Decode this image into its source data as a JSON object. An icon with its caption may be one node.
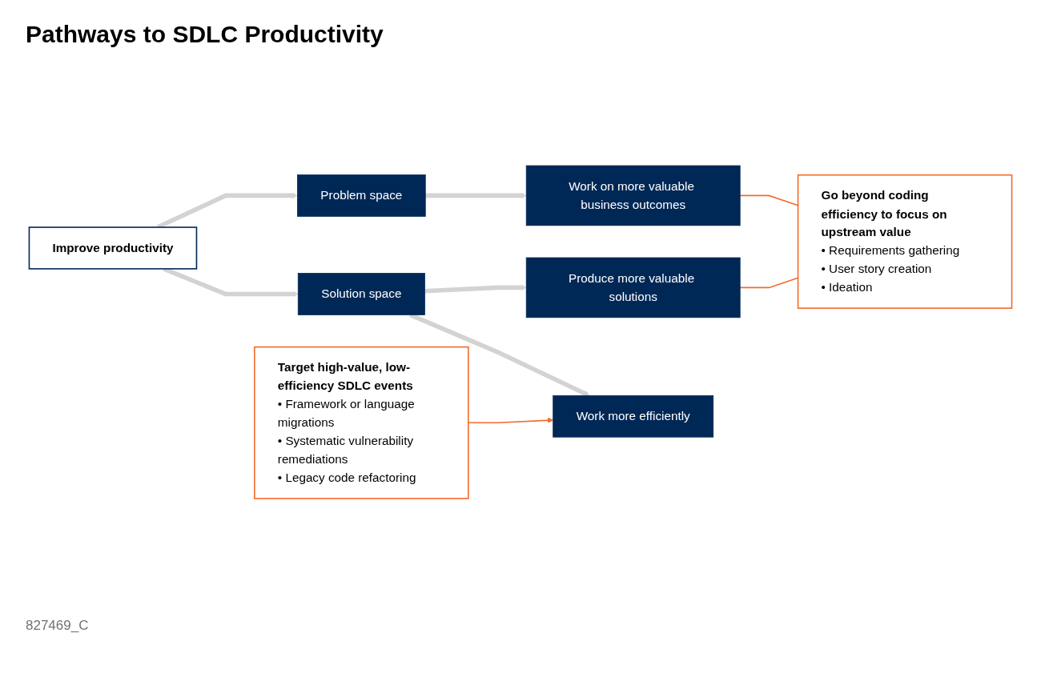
{
  "diagram": {
    "title": "Pathways to SDLC Productivity",
    "nodes": [
      {
        "text": [
          "Improve productivity"
        ]
      },
      {
        "text": [
          "Solution space"
        ]
      },
      {
        "text": [
          "Problem space"
        ]
      },
      {
        "text": [
          "Work more efficiently"
        ]
      },
      {
        "text": [
          "Produce more valuable solutions"
        ]
      },
      {
        "text": [
          "Work on more valuable business outcomes"
        ]
      },
      {
        "text": [
          "Target high-value, low-efficiency SDLC events",
          "• Framework or language migrations",
          "• Systematic vulnerability remediations",
          "• Legacy code refactoring"
        ]
      },
      {
        "text": [
          "Go beyond coding efficiency to focus on upstream value",
          "• Requirements gathering",
          "• User story creation",
          "• Ideation"
        ]
      }
    ],
    "edges": [
      {
        "from": 0,
        "to": 1,
        "arrow": "to"
      },
      {
        "from": 0,
        "to": 2,
        "arrow": "to"
      },
      {
        "from": 1,
        "to": 3,
        "arrow": "to"
      },
      {
        "from": 1,
        "to": 4,
        "arrow": "to"
      },
      {
        "from": 2,
        "to": 5,
        "arrow": "to"
      },
      {
        "from": 6,
        "to": 3,
        "arrow": "to",
        "color": "#f26b2c"
      },
      {
        "from": 4,
        "to": 7,
        "arrow": "none",
        "color": "#f26b2c"
      },
      {
        "from": 5,
        "to": 7,
        "arrow": "none",
        "color": "#f26b2c"
      }
    ],
    "labels": [
      "827469_C"
    ]
  }
}
